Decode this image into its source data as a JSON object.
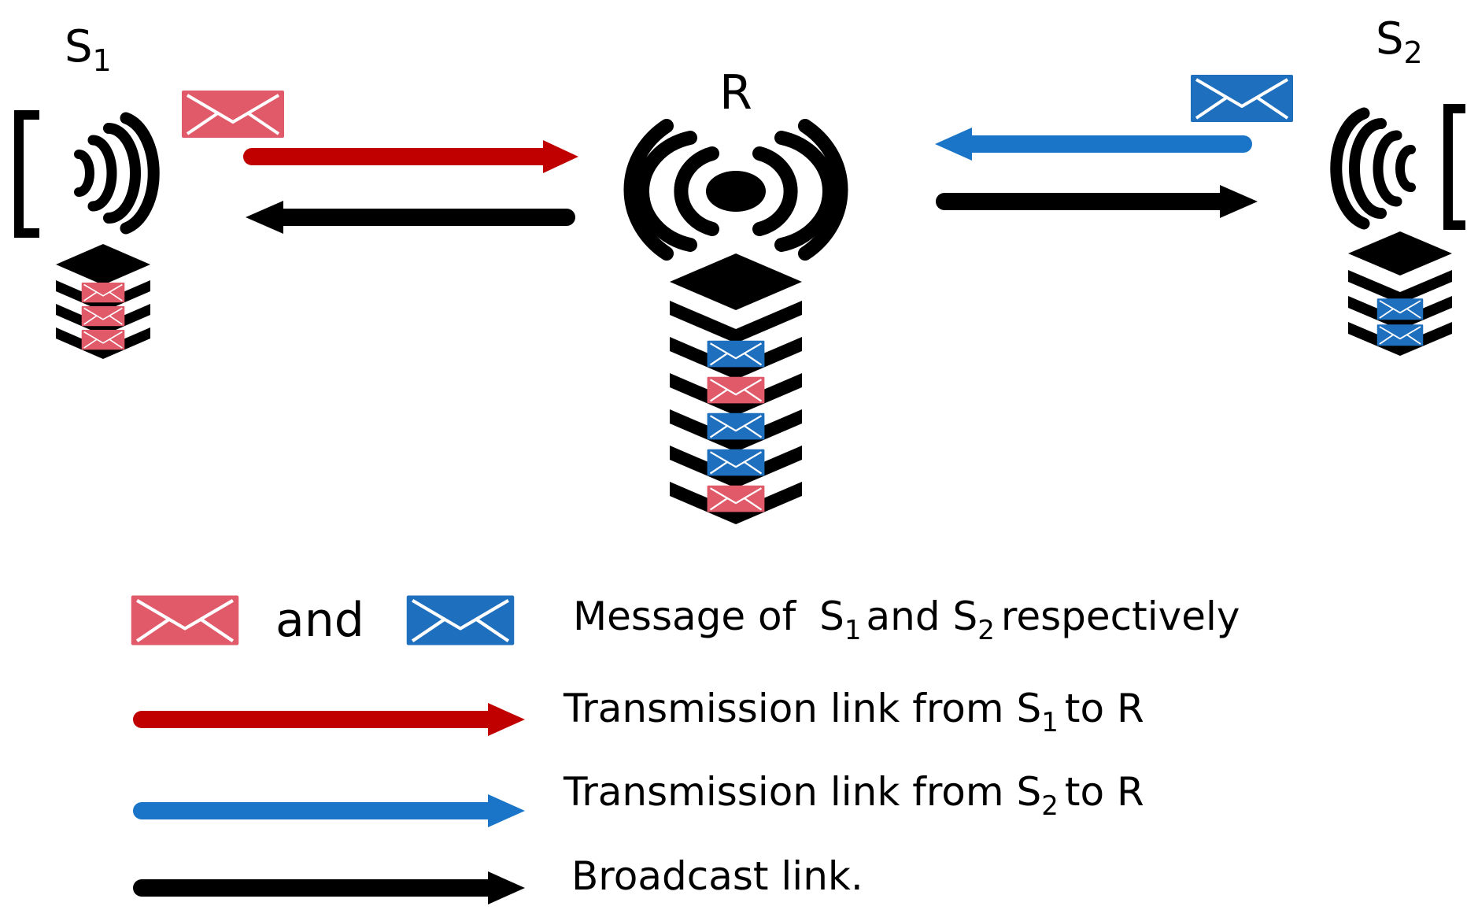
{
  "nodes": {
    "s1": {
      "base": "S",
      "sub": "1"
    },
    "relay": {
      "label": "R"
    },
    "s2": {
      "base": "S",
      "sub": "2"
    }
  },
  "queues": {
    "s1": [
      "s1",
      "s1",
      "s1"
    ],
    "relay": [
      "s2",
      "s1",
      "s2",
      "s2",
      "s1"
    ],
    "s2": [
      "s2",
      "s2"
    ]
  },
  "legend": {
    "and_word": "and",
    "messages": {
      "pre": "Message of ",
      "s1_base": "S",
      "s1_sub": "1",
      "mid": "and ",
      "s2_base": "S",
      "s2_sub": "2",
      "post": "respectively"
    },
    "link_s1": {
      "pre": "Transmission link from ",
      "base": "S",
      "sub": "1",
      "post": "to R"
    },
    "link_s2": {
      "pre": "Transmission link from ",
      "base": "S",
      "sub": "2",
      "post": "to R"
    },
    "broadcast": "Broadcast link."
  },
  "colors": {
    "s1_message": "#e05a6a",
    "s2_message": "#1f6fbf",
    "s1_link": "#c00000",
    "s2_link": "#1a75c8",
    "broadcast_link": "#000000"
  }
}
